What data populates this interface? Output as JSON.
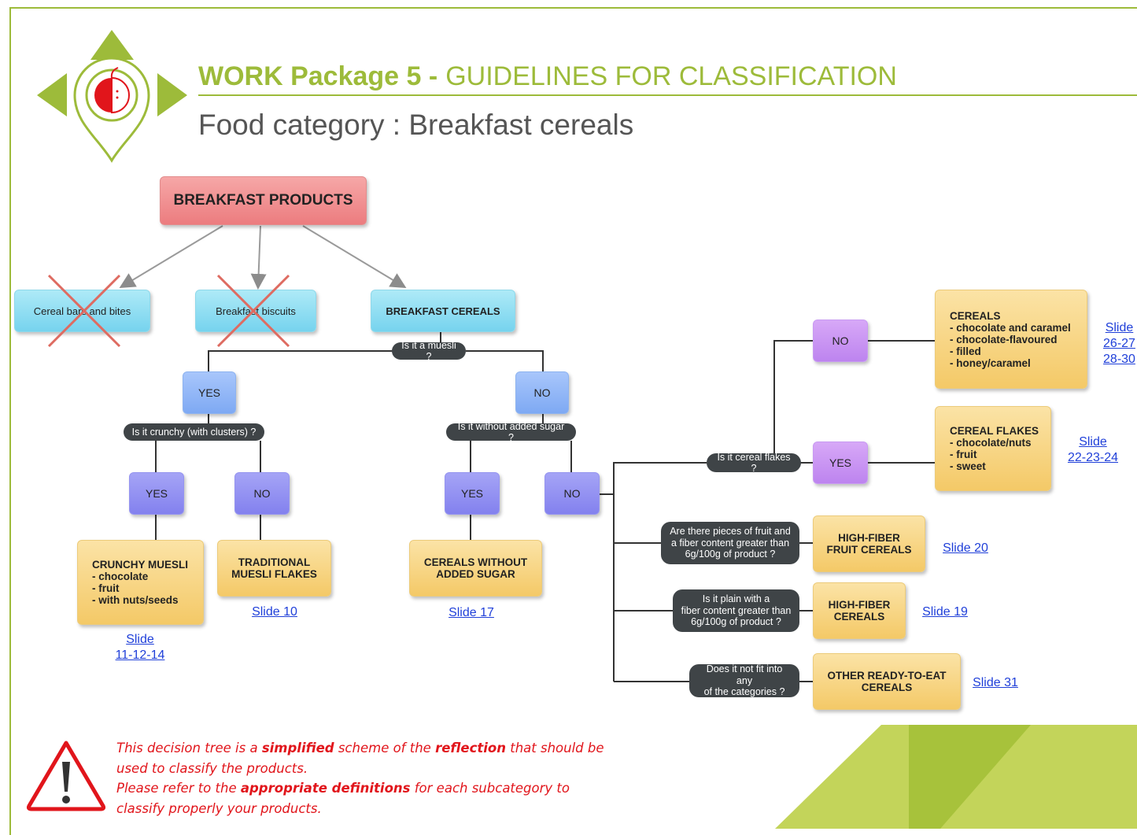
{
  "header": {
    "title_bold": "WORK Package 5 -",
    "title_light": "GUIDELINES FOR CLASSIFICATION",
    "subtitle": "Food category : Breakfast cereals",
    "logo_icon": "apple-pin-logo-icon"
  },
  "colors": {
    "accent_green": "#9dbb3a",
    "root_pink": "#ec7c7f",
    "category_cyan": "#76d3ee",
    "answer_blue": "#7ea9f3",
    "answer_indigo": "#8381ee",
    "answer_violet": "#bd84ef",
    "result_gold": "#f4c967",
    "question_dark": "#3f4447",
    "link_blue": "#1f3fd9",
    "warning_red": "#e1151b"
  },
  "tree": {
    "root": "BREAKFAST PRODUCTS",
    "categories": {
      "bars": "Cereal bars and bites",
      "biscuits": "Breakfast biscuits",
      "cereals": "BREAKFAST CEREALS"
    },
    "questions": {
      "muesli": "Is it a muesli ?",
      "crunchy": "Is it crunchy (with clusters) ?",
      "sugar": "Is it without added sugar ?",
      "flakes": "Is it cereal flakes ?",
      "fruit_fiber": "Are there pieces of fruit and\na fiber content greater than\n6g/100g of product ?",
      "plain_fiber": "Is it plain with a\nfiber content greater than\n6g/100g of product ?",
      "other": "Does it not fit into any\nof the categories ?"
    },
    "answers": {
      "muesli_yes": "YES",
      "muesli_no": "NO",
      "crunchy_yes": "YES",
      "crunchy_no": "NO",
      "sugar_yes": "YES",
      "sugar_no": "NO",
      "flakes_no": "NO",
      "flakes_yes": "YES"
    },
    "results": {
      "crunchy_muesli": "CRUNCHY MUESLI\n- chocolate\n- fruit\n- with nuts/seeds",
      "traditional": "TRADITIONAL\nMUESLI FLAKES",
      "no_sugar": "CEREALS WITHOUT\nADDED SUGAR",
      "cereals": "CEREALS\n- chocolate and caramel\n- chocolate-flavoured\n- filled\n- honey/caramel",
      "flakes": "CEREAL FLAKES\n- chocolate/nuts\n- fruit\n- sweet",
      "fruit_fiber": "HIGH-FIBER\nFRUIT CEREALS",
      "fiber": "HIGH-FIBER\nCEREALS",
      "other": "OTHER READY-TO-EAT\nCEREALS"
    },
    "links": {
      "crunchy": "Slide\n11-12-14",
      "traditional": "Slide 10",
      "no_sugar": "Slide 17",
      "cereals": "Slide\n26-27\n28-30",
      "flakes": "Slide\n22-23-24",
      "fruit_fiber": "Slide 20",
      "fiber": "Slide 19",
      "other": "Slide 31"
    }
  },
  "warning": {
    "icon": "warning-triangle-icon",
    "p1_a": "This decision tree is a ",
    "p1_b": "simplified",
    "p1_c": " scheme of the ",
    "p1_d": "reflection",
    "p1_e": " that should be used to classify the products.",
    "p2_a": "Please refer to the ",
    "p2_b": "appropriate definitions",
    "p2_c": " for each subcategory to classify properly your products."
  }
}
